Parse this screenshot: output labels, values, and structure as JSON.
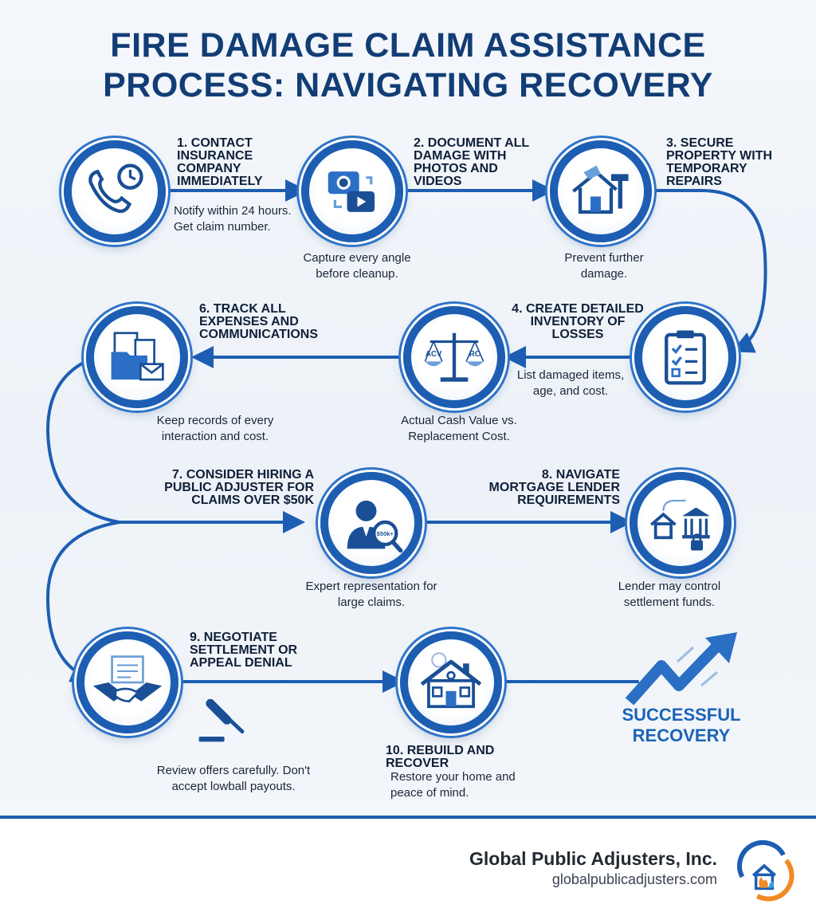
{
  "title": "FIRE DAMAGE CLAIM ASSISTANCE PROCESS: NAVIGATING RECOVERY",
  "colors": {
    "primary": "#1d5eb3",
    "title": "#123d75",
    "accent": "#1b64b7"
  },
  "steps": [
    {
      "heading": "1. CONTACT INSURANCE COMPANY IMMEDIATELY",
      "description": "Notify within 24 hours. Get claim number.",
      "icon": "phone-clock-icon"
    },
    {
      "heading": "2. DOCUMENT ALL DAMAGE WITH PHOTOS AND VIDEOS",
      "description": "Capture every angle before cleanup.",
      "icon": "camera-video-icon"
    },
    {
      "heading": "3. SECURE PROPERTY WITH TEMPORARY REPAIRS",
      "description": "Prevent further damage.",
      "icon": "house-hammer-icon"
    },
    {
      "heading": "4. CREATE DETAILED INVENTORY OF LOSSES",
      "description": "List damaged items, age, and cost.",
      "icon": "clipboard-checklist-icon"
    },
    {
      "heading": "",
      "description": "Actual Cash Value vs. Replacement Cost.",
      "icon": "scale-icon",
      "scale_left": "ACV",
      "scale_right": "RC"
    },
    {
      "heading": "6. TRACK ALL EXPENSES AND COMMUNICATIONS",
      "description": "Keep records of every interaction and cost.",
      "icon": "folder-documents-icon"
    },
    {
      "heading": "7. CONSIDER HIRING A PUBLIC ADJUSTER FOR CLAIMS OVER $50K",
      "description": "Expert representation for large claims.",
      "icon": "adjuster-magnifier-icon",
      "magnifier_text": "$50k+"
    },
    {
      "heading": "8. NAVIGATE MORTGAGE LENDER REQUIREMENTS",
      "description": "Lender may control settlement funds.",
      "icon": "house-bank-lock-icon"
    },
    {
      "heading": "9. NEGOTIATE SETTLEMENT OR APPEAL DENIAL",
      "description": "Review offers carefully. Don't accept lowball payouts.",
      "icon": "handshake-icon"
    },
    {
      "heading": "10. REBUILD AND RECOVER",
      "description": "Restore your home and peace of mind.",
      "icon": "new-house-icon"
    }
  ],
  "success": {
    "line1": "SUCCESSFUL",
    "line2": "RECOVERY"
  },
  "footer": {
    "company": "Global Public Adjusters, Inc.",
    "website": "globalpublicadjusters.com"
  }
}
